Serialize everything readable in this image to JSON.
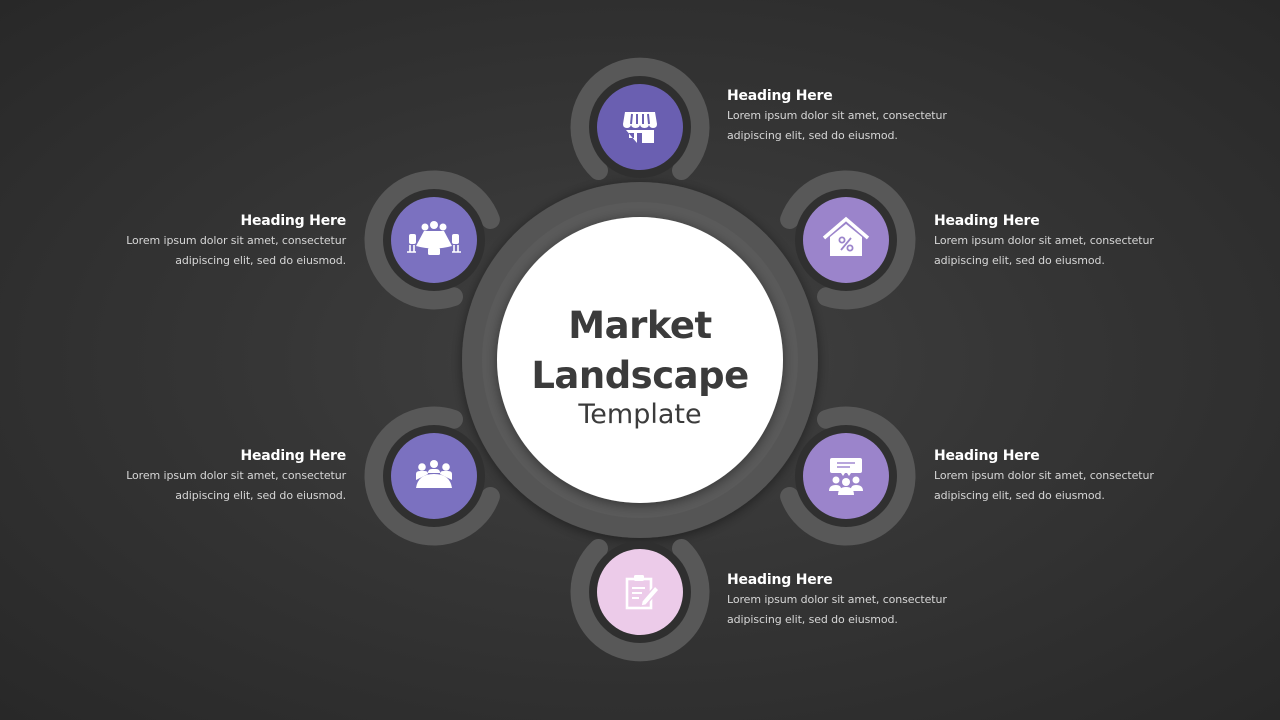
{
  "title": {
    "line1": "Market",
    "line2": "Landscape",
    "line3": "Template"
  },
  "colors": {
    "background_center": "#414141",
    "background_edge": "#282828",
    "ring_gray": "#585858",
    "center_ring": "#545454",
    "center_fill": "#ffffff",
    "title_text": "#3b3b3b",
    "node_top": "#6a5fb1",
    "node_upper_left": "#7b71c0",
    "node_upper_right": "#9b84cb",
    "node_lower_left": "#7b71c0",
    "node_lower_right": "#9b84cb",
    "node_bottom": "#eccbe9"
  },
  "items": [
    {
      "position": "top",
      "icon": "storefront-icon",
      "heading": "Heading Here",
      "body_line1": "Lorem ipsum dolor sit amet, consectetur",
      "body_line2": "adipiscing elit, sed do eiusmod."
    },
    {
      "position": "upper-left",
      "icon": "conference-table-icon",
      "heading": "Heading Here",
      "body_line1": "Lorem ipsum dolor sit amet, consectetur",
      "body_line2": "adipiscing elit, sed do eiusmod."
    },
    {
      "position": "upper-right",
      "icon": "house-percent-icon",
      "heading": "Heading Here",
      "body_line1": "Lorem ipsum dolor sit amet, consectetur",
      "body_line2": "adipiscing elit, sed do eiusmod."
    },
    {
      "position": "lower-left",
      "icon": "meeting-group-icon",
      "heading": "Heading Here",
      "body_line1": "Lorem ipsum dolor sit amet, consectetur",
      "body_line2": "adipiscing elit, sed do eiusmod."
    },
    {
      "position": "lower-right",
      "icon": "presentation-audience-icon",
      "heading": "Heading Here",
      "body_line1": "Lorem ipsum dolor sit amet, consectetur",
      "body_line2": "adipiscing elit, sed do eiusmod."
    },
    {
      "position": "bottom",
      "icon": "clipboard-edit-icon",
      "heading": "Heading Here",
      "body_line1": "Lorem ipsum dolor sit amet, consectetur",
      "body_line2": "adipiscing elit, sed do eiusmod."
    }
  ]
}
